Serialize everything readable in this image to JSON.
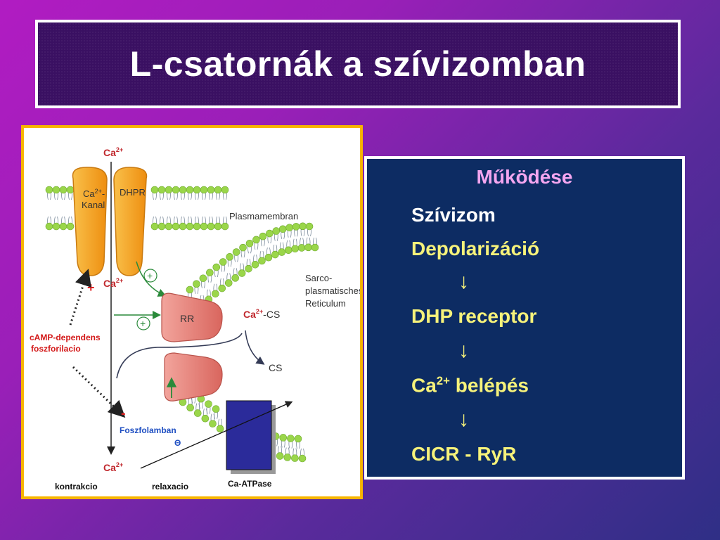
{
  "title": "L-csatornák a szívizomban",
  "colors": {
    "background_start": "#b11cc2",
    "background_end": "#2f2f86",
    "info_background": "#0d2c63",
    "heading_color": "#f4a6f0",
    "white_text": "#ffffff",
    "yellow_text": "#f6f27a",
    "diagram_border": "#f7b500",
    "channel_orange": "#f5a623",
    "receptor_red": "#e8807a",
    "lipid_green": "#9ad64a",
    "atpase_blue": "#2b2b9a"
  },
  "diagram": {
    "ca_top": "Ca",
    "ca_top_sup": "2+",
    "channel_label_line1": "Ca",
    "channel_label_sup": "2+",
    "channel_label_dash": "-",
    "channel_label_line2": "Kanal",
    "dhpr_label": "DHPR",
    "plasma_membrane": "Plasmamembran",
    "ca_mid": "Ca",
    "ca_mid_sup": "2+",
    "plus_sign": "+",
    "camp_line1": "cAMP-dependens",
    "camp_line2": "foszforilacio",
    "sr_line1": "Sarco-",
    "sr_line2": "plasmatisches",
    "sr_line3": "Reticulum",
    "rr_label": "RR",
    "ca_cs": "Ca",
    "ca_cs_sup": "2+",
    "ca_cs_suffix": "-CS",
    "cs_label": "CS",
    "minus_sign": "-",
    "phospholamban": "Foszfolamban",
    "theta": "Θ",
    "ca_bottom": "Ca",
    "ca_bottom_sup": "2+",
    "kontrakcio": "kontrakcio",
    "relaxacio": "relaxacio",
    "ca_atpase": "Ca-ATPase",
    "green_plus": "+"
  },
  "info": {
    "heading": "Működése",
    "line1": "Szívizom",
    "line2": "Depolarizáció",
    "arrow": "↓",
    "line3": "DHP receptor",
    "line4_main": "Ca",
    "line4_sup": "2+",
    "line4_rest": " belépés",
    "line5": "CICR - RyR"
  }
}
